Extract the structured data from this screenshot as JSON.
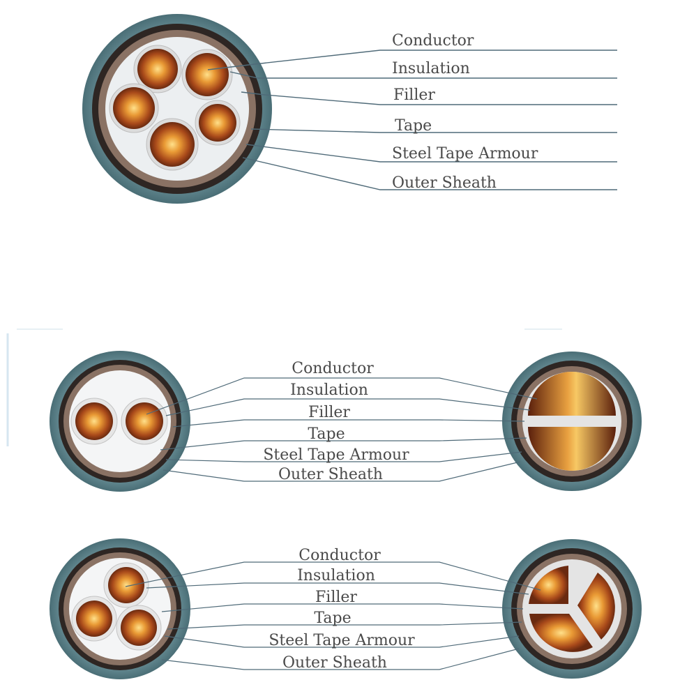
{
  "diagram_1": {
    "labels": [
      "Conductor",
      "Insulation",
      "Filler",
      "Tape",
      "Steel Tape Armour",
      "Outer Sheath"
    ]
  },
  "diagram_2": {
    "labels": [
      "Conductor",
      "Insulation",
      "Filler",
      "Tape",
      "Steel Tape Armour",
      "Outer Sheath"
    ]
  },
  "diagram_3": {
    "labels": [
      "Conductor",
      "Insulation",
      "Filler",
      "Tape",
      "Steel Tape Armour",
      "Outer Sheath"
    ]
  },
  "colors": {
    "sheath": "#5e858c",
    "sheath_dark": "#3f5f66",
    "armour": "#2e2623",
    "tape": "#a48a7c",
    "filler": "#eef0f2",
    "insulation": "#dcdcdc",
    "copper_light": "#f4b24a",
    "copper_dark": "#7a2e10",
    "leader": "#4f6a78"
  }
}
